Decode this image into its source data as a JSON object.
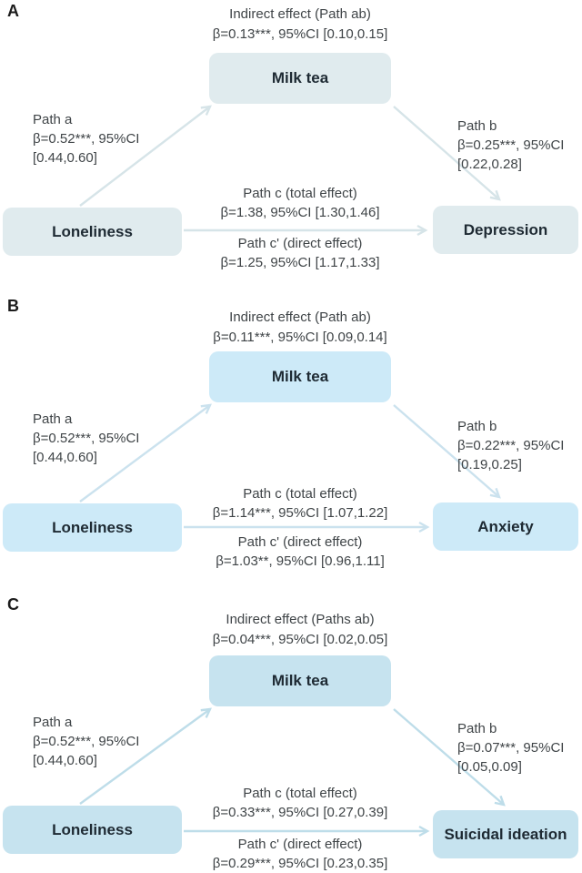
{
  "figure": {
    "panels": [
      {
        "letter": "A",
        "indirect": {
          "label": "Indirect effect (Path ab)",
          "value": "β=0.13***, 95%CI [0.10,0.15]"
        },
        "path_a": {
          "lines": [
            "Path a",
            "β=0.52***, 95%CI",
            "[0.44,0.60]"
          ]
        },
        "path_b": {
          "lines": [
            "Path b",
            "β=0.25***, 95%CI",
            "[0.22,0.28]"
          ]
        },
        "total": {
          "label": "Path c (total effect)",
          "value": "β=1.38, 95%CI [1.30,1.46]"
        },
        "direct": {
          "label": "Path c' (direct effect)",
          "value": "β=1.25, 95%CI [1.17,1.33]"
        },
        "mediator": "Milk tea",
        "predictor": "Loneliness",
        "outcome": "Depression",
        "colors": {
          "box": "#e0ebee",
          "arrow": "#d6e4e8"
        }
      },
      {
        "letter": "B",
        "indirect": {
          "label": "Indirect effect (Path ab)",
          "value": "β=0.11***, 95%CI [0.09,0.14]"
        },
        "path_a": {
          "lines": [
            "Path a",
            "β=0.52***, 95%CI",
            "[0.44,0.60]"
          ]
        },
        "path_b": {
          "lines": [
            "Path b",
            "β=0.22***, 95%CI",
            "[0.19,0.25]"
          ]
        },
        "total": {
          "label": "Path c (total effect)",
          "value": "β=1.14***, 95%CI [1.07,1.22]"
        },
        "direct": {
          "label": "Path c' (direct effect)",
          "value": "β=1.03**, 95%CI [0.96,1.11]"
        },
        "mediator": "Milk tea",
        "predictor": "Loneliness",
        "outcome": "Anxiety",
        "colors": {
          "box": "#cdeaf8",
          "arrow": "#cbe2ee"
        }
      },
      {
        "letter": "C",
        "indirect": {
          "label": "Indirect effect (Paths ab)",
          "value": "β=0.04***, 95%CI [0.02,0.05]"
        },
        "path_a": {
          "lines": [
            "Path a",
            "β=0.52***, 95%CI",
            "[0.44,0.60]"
          ]
        },
        "path_b": {
          "lines": [
            "Path b",
            "β=0.07***, 95%CI",
            "[0.05,0.09]"
          ]
        },
        "total": {
          "label": "Path c (total effect)",
          "value": "β=0.33***, 95%CI [0.27,0.39]"
        },
        "direct": {
          "label": "Path c' (direct effect)",
          "value": "β=0.29***, 95%CI [0.23,0.35]"
        },
        "mediator": "Milk tea",
        "predictor": "Loneliness",
        "outcome": "Suicidal ideation",
        "colors": {
          "box": "#c6e3ef",
          "arrow": "#bedde9"
        }
      }
    ]
  }
}
